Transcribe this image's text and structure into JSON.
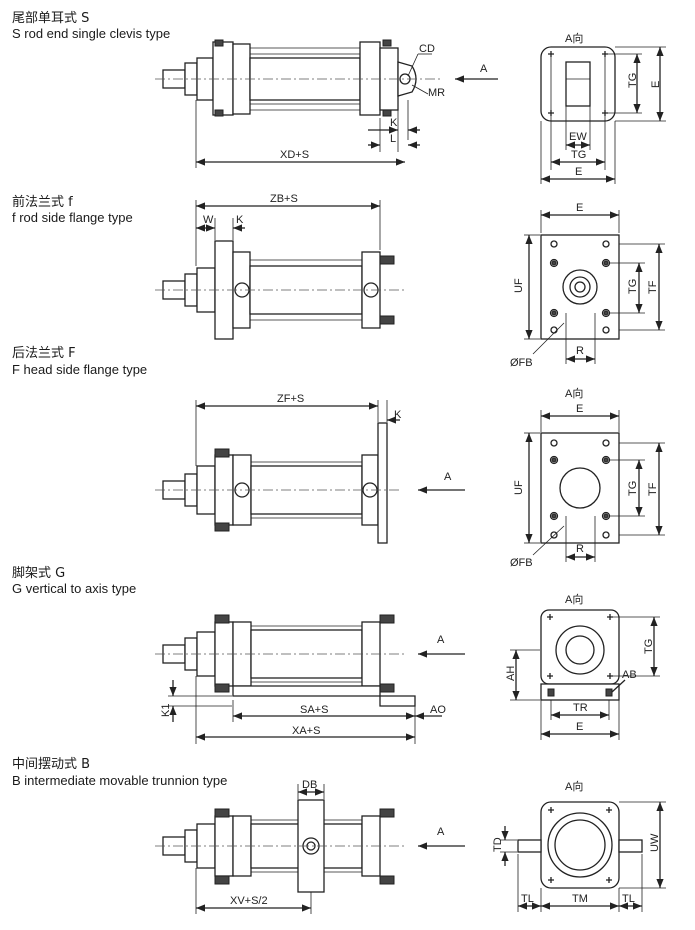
{
  "sections": [
    {
      "id": "S",
      "title_cn": "尾部单耳式 S",
      "title_en": "S  rod end single clevis type"
    },
    {
      "id": "f",
      "title_cn": "前法兰式 f",
      "title_en": "f  rod side flange type"
    },
    {
      "id": "F",
      "title_cn": "后法兰式 F",
      "title_en": "F   head side flange type"
    },
    {
      "id": "G",
      "title_cn": "脚架式 G",
      "title_en": "G   vertical to axis type"
    },
    {
      "id": "B",
      "title_cn": "中间摆动式 B",
      "title_en": "B   intermediate movable trunnion type"
    }
  ],
  "labels": {
    "s": {
      "cd": "CD",
      "mr": "MR",
      "k": "K",
      "l": "L",
      "xd": "XD+S",
      "a": "A",
      "view": "A向",
      "tg": "TG",
      "e_side": "E",
      "ew": "EW",
      "tg_bottom": "TG",
      "e_bottom": "E"
    },
    "f": {
      "zb": "ZB+S",
      "w": "W",
      "k": "K",
      "e": "E",
      "uf": "UF",
      "tg": "TG",
      "tf": "TF",
      "fb": "ØFB",
      "r": "R"
    },
    "F": {
      "zf": "ZF+S",
      "k": "K",
      "a": "A",
      "view": "A向",
      "e": "E",
      "uf": "UF",
      "tg": "TG",
      "tf": "TF",
      "fb": "ØFB",
      "r": "R"
    },
    "G": {
      "a": "A",
      "view": "A向",
      "k1": "K1",
      "sa": "SA+S",
      "ao": "AO",
      "xa": "XA+S",
      "ah": "AH",
      "tg": "TG",
      "ab": "AB",
      "tr": "TR",
      "e": "E"
    },
    "B": {
      "db": "DB",
      "a": "A",
      "view": "A向",
      "xv": "XV+S/2",
      "td": "TD",
      "uw": "UW",
      "tl_left": "TL",
      "tm": "TM",
      "tl_right": "TL"
    }
  }
}
